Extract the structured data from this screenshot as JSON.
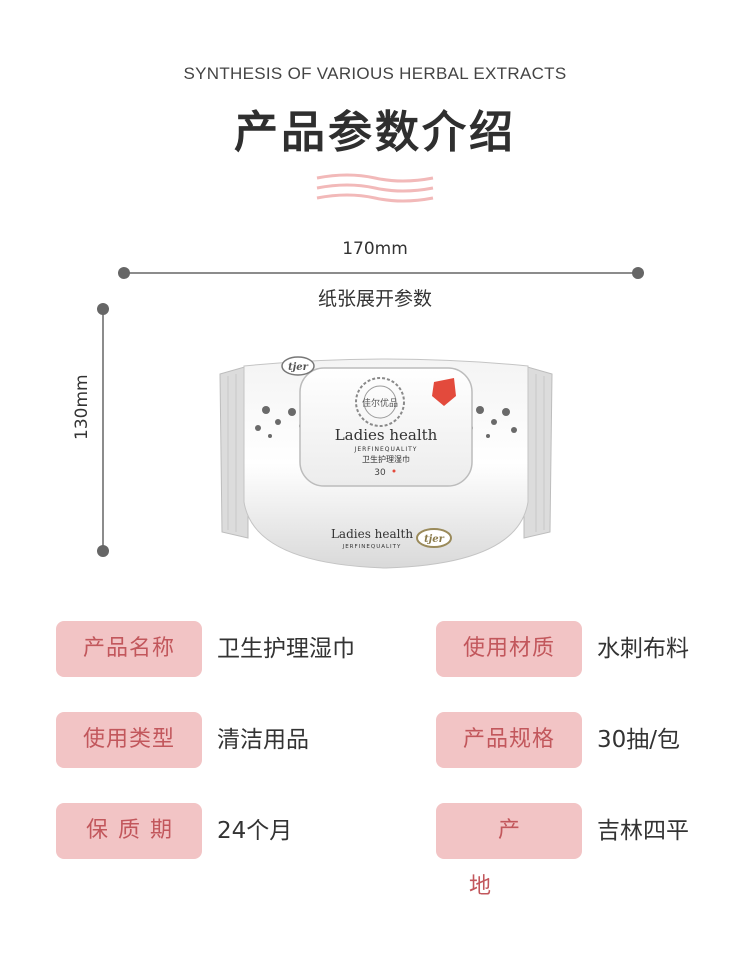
{
  "header": {
    "subtitle": "SYNTHESIS OF VARIOUS HERBAL EXTRACTS",
    "title": "产品参数介绍"
  },
  "dimensions": {
    "width_label": "170mm",
    "height_label": "130mm",
    "caption": "纸张展开参数"
  },
  "product": {
    "brand": "Ladies health",
    "brand_sub": "JERFINEQUALITY",
    "product_cn": "卫生护理湿巾",
    "count": "30",
    "logo": "tjer",
    "emblem_text": "佳尔优品"
  },
  "specs": [
    {
      "label": "产品名称",
      "value": "卫生护理湿巾"
    },
    {
      "label": "使用材质",
      "value": "水刺布料"
    },
    {
      "label": "使用类型",
      "value": "清洁用品"
    },
    {
      "label": "产品规格",
      "value": "30抽/包"
    },
    {
      "label": "保质期",
      "value": "24个月"
    },
    {
      "label": "产地",
      "value": "吉林四平"
    }
  ],
  "colors": {
    "accent_pink": "#f2c4c5",
    "label_text": "#c2575c",
    "line_gray": "#666666"
  }
}
